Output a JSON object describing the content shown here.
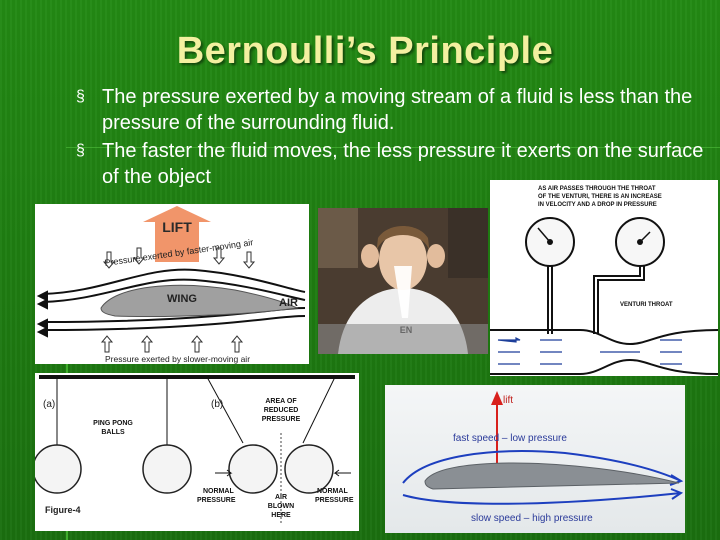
{
  "slide": {
    "title": "Bernoulli’s Principle",
    "bullets": [
      "The pressure exerted by a moving stream of a fluid is less than the pressure of the surrounding fluid.",
      "The faster the fluid moves, the less pressure it exerts on the surface of the object"
    ],
    "bullet_marker": "§",
    "colors": {
      "background": "#1f7a12",
      "title": "#f3f0a0",
      "text": "#ffffff"
    }
  },
  "wing_diagram": {
    "lift": "LIFT",
    "top_pressure": "Pressure exerted by faster-moving air",
    "wing": "WING",
    "air": "AIR",
    "bottom_pressure": "Pressure exerted by slower-moving air"
  },
  "photo": {
    "shirt_text": "EN",
    "description_icon": "student-photo"
  },
  "venturi": {
    "caption_lines": [
      "AS AIR PASSES THROUGH THE THROAT",
      "OF THE VENTURI, THERE IS AN INCREASE",
      "IN VELOCITY AND A DROP IN PRESSURE"
    ],
    "throat_label": "VENTURI THROAT"
  },
  "ping_pong": {
    "panel_a": "(a)",
    "panel_b": "(b)",
    "balls_label_1": "PING PONG",
    "balls_label_2": "BALLS",
    "reduced_1": "AREA OF",
    "reduced_2": "REDUCED",
    "reduced_3": "PRESSURE",
    "normal_left_1": "NORMAL",
    "normal_left_2": "PRESSURE",
    "normal_right_1": "NORMAL",
    "normal_right_2": "PRESSURE",
    "air_1": "AIR",
    "air_2": "BLOWN",
    "air_3": "HERE",
    "figure": "Figure-4"
  },
  "airfoil": {
    "lift": "lift",
    "fast": "fast speed – low pressure",
    "slow": "slow speed – high pressure"
  }
}
